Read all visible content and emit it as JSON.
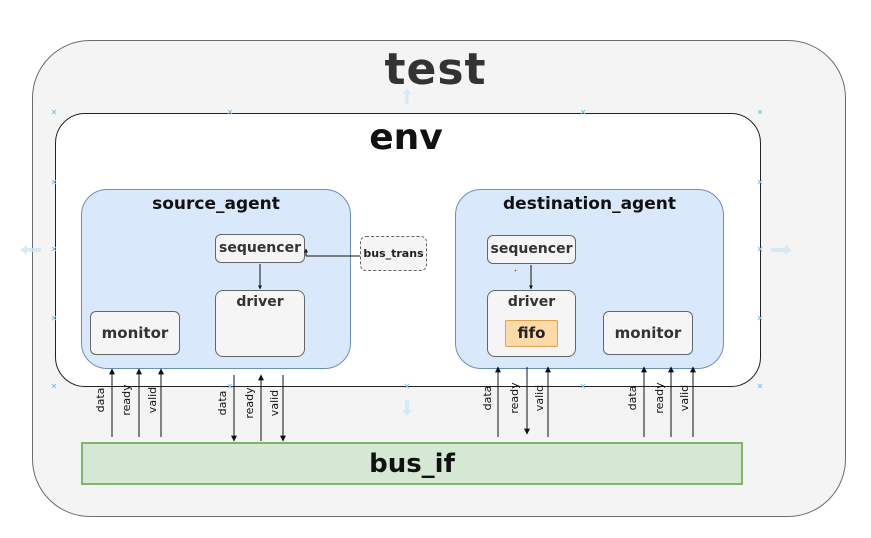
{
  "test_title": "test",
  "env_title": "env",
  "source_agent": {
    "title": "source_agent",
    "sequencer": "sequencer",
    "driver": "driver",
    "monitor": "monitor"
  },
  "destination_agent": {
    "title": "destination_agent",
    "sequencer": "sequencer",
    "driver": "driver",
    "fifo": "fifo",
    "monitor": "monitor"
  },
  "bus_trans": "bus_trans",
  "bus_if": "bus_if",
  "signals": {
    "data": "data",
    "ready": "ready",
    "valid": "valid"
  },
  "colors": {
    "agent_fill": "#dae8fc",
    "agent_stroke": "#6c8ebf",
    "bus_if_fill": "#d5e8d4",
    "bus_if_stroke": "#82b366",
    "fifo_fill": "#ffd9a8"
  }
}
